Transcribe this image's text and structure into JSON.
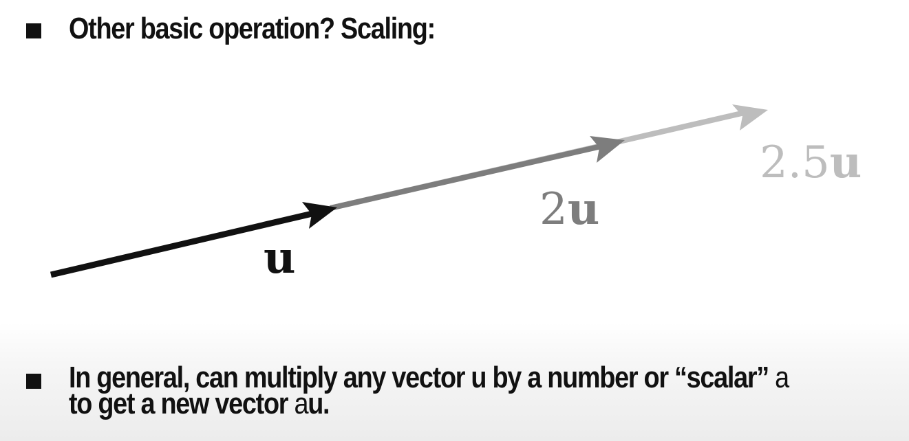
{
  "slide": {
    "bullet_1": "Other basic operation?  Scaling:",
    "bullet_2": {
      "line_1": "In general, can multiply any vector u by a number or “scalar”",
      "scalar_symbol": "a",
      "line_2_prefix": "to get a new vector ",
      "line_2_scalar": "a",
      "line_2_vector": "u."
    }
  },
  "diagram": {
    "vectors": [
      {
        "coef": "",
        "var": "u",
        "scale": 1,
        "color": "#111111"
      },
      {
        "coef": "2",
        "var": "u",
        "scale": 2,
        "color": "#7d7d7d"
      },
      {
        "coef": "2.5",
        "var": "u",
        "scale": 2.5,
        "color": "#bdbdbd"
      }
    ]
  }
}
